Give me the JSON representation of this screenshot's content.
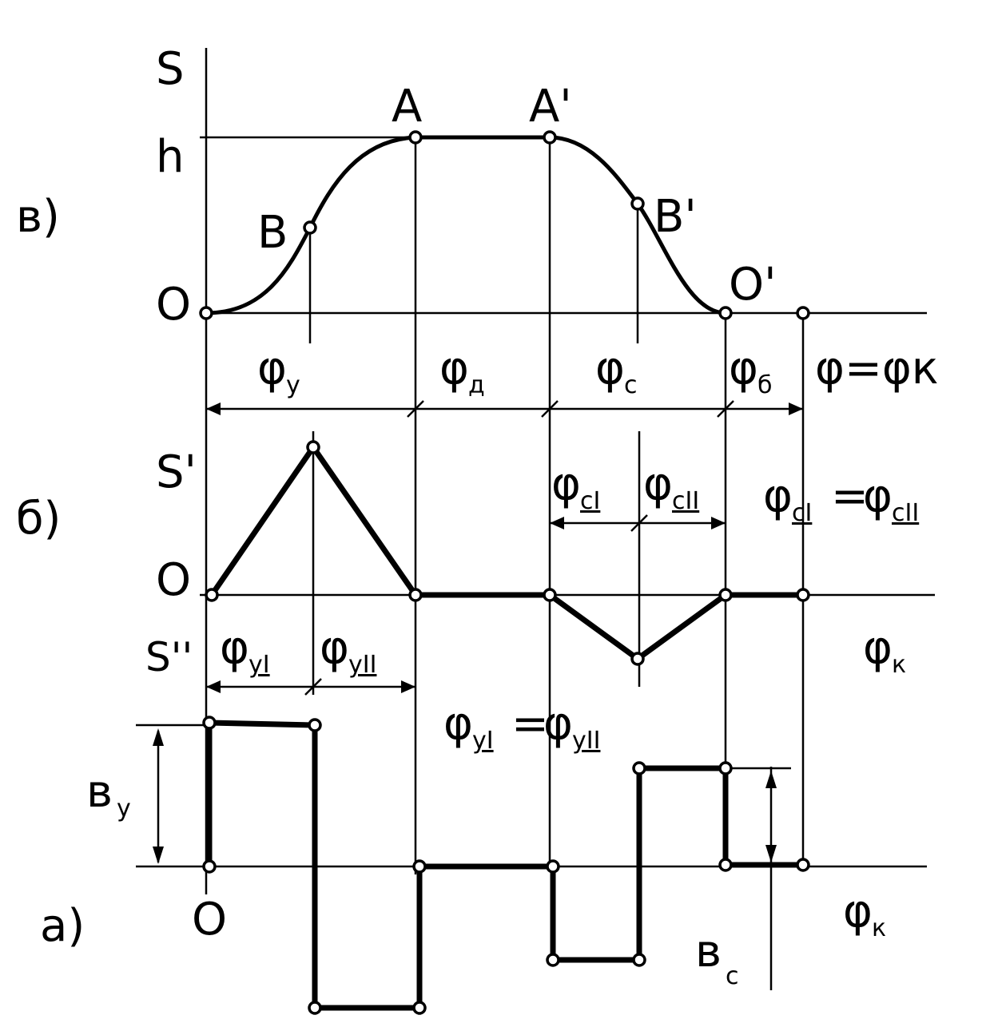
{
  "diagram": {
    "panel_labels": {
      "v": "в)",
      "b": "б)",
      "a": "а)"
    },
    "axis_labels": {
      "s": "S",
      "h": "h",
      "o_top": "O",
      "s_prime": "S'",
      "o_mid": "O",
      "s_double_prime": "S''",
      "o_bottom": "O"
    },
    "points": {
      "A": "A",
      "A_prime": "A'",
      "B": "B",
      "B_prime": "B'",
      "O_prime": "O'"
    },
    "phi": "φ",
    "phase_subs": {
      "y": "у",
      "a": "д",
      "c": "с",
      "d": "б"
    },
    "sub_phase_subs": {
      "y1": "уI",
      "y2": "уII",
      "c1": "сI",
      "c2": "сII"
    },
    "k_sub": "к",
    "top_axis_eq": "φ=φк",
    "eq_c": {
      "lhs": "сI",
      "rhs": "сII",
      "sign": "="
    },
    "eq_y": {
      "lhs": "уI",
      "rhs": "уII",
      "sign": "="
    },
    "accel_labels": {
      "vy_main": "в",
      "vy_sub": "у",
      "vc_main": "в",
      "vc_sub": "с"
    }
  }
}
